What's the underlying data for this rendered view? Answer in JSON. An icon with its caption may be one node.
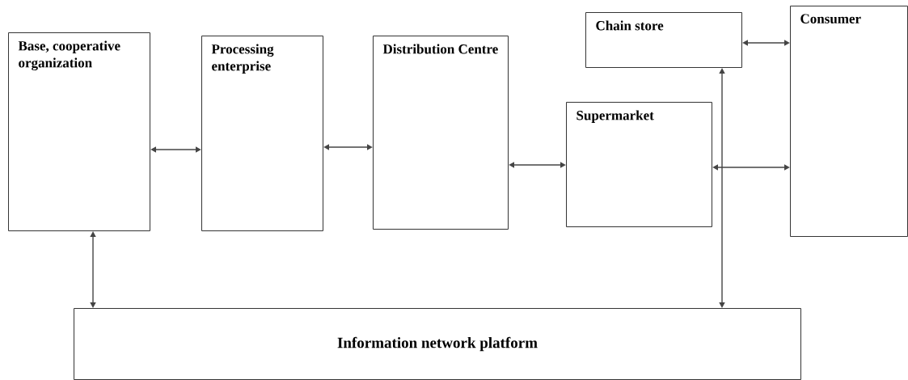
{
  "diagram": {
    "nodes": [
      {
        "text": [
          "Base, cooperative organization"
        ]
      },
      {
        "text": [
          "Processing enterprise"
        ]
      },
      {
        "text": [
          "Distribution Centre"
        ]
      },
      {
        "text": [
          "Chain store"
        ]
      },
      {
        "text": [
          "Consumer"
        ]
      },
      {
        "text": [
          "Supermarket"
        ]
      },
      {
        "text": [
          "Information network platform"
        ]
      }
    ],
    "edges": [
      {
        "from": 0,
        "to": 1,
        "arrow": "both"
      },
      {
        "from": 1,
        "to": 2,
        "arrow": "both"
      },
      {
        "from": 2,
        "to": 5,
        "arrow": "both"
      },
      {
        "from": 3,
        "to": 4,
        "arrow": "both"
      },
      {
        "from": 5,
        "to": 4,
        "arrow": "both"
      },
      {
        "from": 0,
        "to": 6,
        "arrow": "both"
      },
      {
        "from": 3,
        "to": 6,
        "arrow": "both"
      }
    ]
  }
}
